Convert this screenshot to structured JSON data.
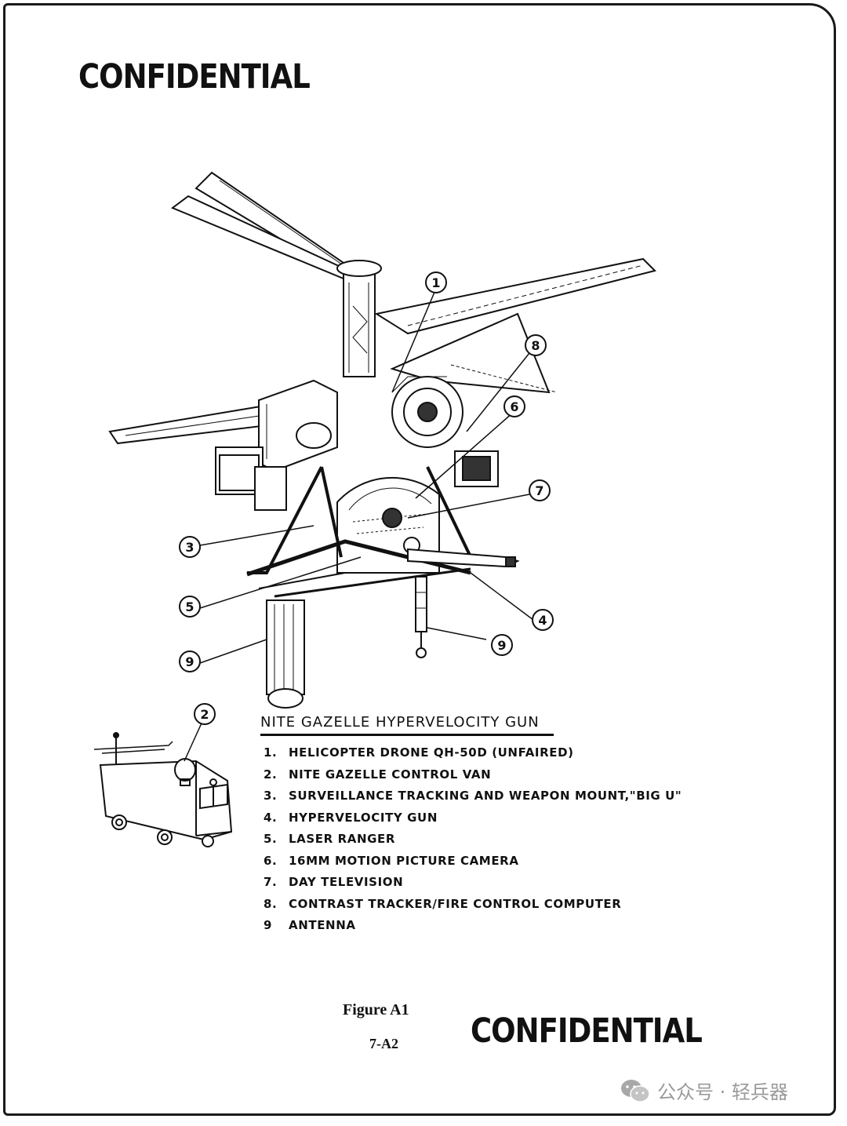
{
  "stamps": {
    "top": "CONFIDENTIAL",
    "bottom": "CONFIDENTIAL"
  },
  "callouts": [
    "1",
    "2",
    "3",
    "4",
    "5",
    "6",
    "7",
    "8",
    "9",
    "9"
  ],
  "legend": {
    "title": "NITE GAZELLE HYPERVELOCITY GUN",
    "items": [
      {
        "num": "1.",
        "text": "HELICOPTER DRONE QH-50D (UNFAIRED)"
      },
      {
        "num": "2.",
        "text": "NITE GAZELLE CONTROL VAN"
      },
      {
        "num": "3.",
        "text": "SURVEILLANCE TRACKING AND WEAPON MOUNT,\"BIG U\""
      },
      {
        "num": "4.",
        "text": "HYPERVELOCITY GUN"
      },
      {
        "num": "5.",
        "text": "LASER RANGER"
      },
      {
        "num": "6.",
        "text": "16MM MOTION PICTURE CAMERA"
      },
      {
        "num": "7.",
        "text": "DAY TELEVISION"
      },
      {
        "num": "8.",
        "text": "CONTRAST TRACKER/FIRE CONTROL COMPUTER"
      },
      {
        "num": "9",
        "text": "ANTENNA"
      }
    ]
  },
  "caption": "Figure A1",
  "page_number": "7-A2",
  "watermark": {
    "icon": "wechat-icon",
    "text": "公众号 · 轻兵器"
  }
}
